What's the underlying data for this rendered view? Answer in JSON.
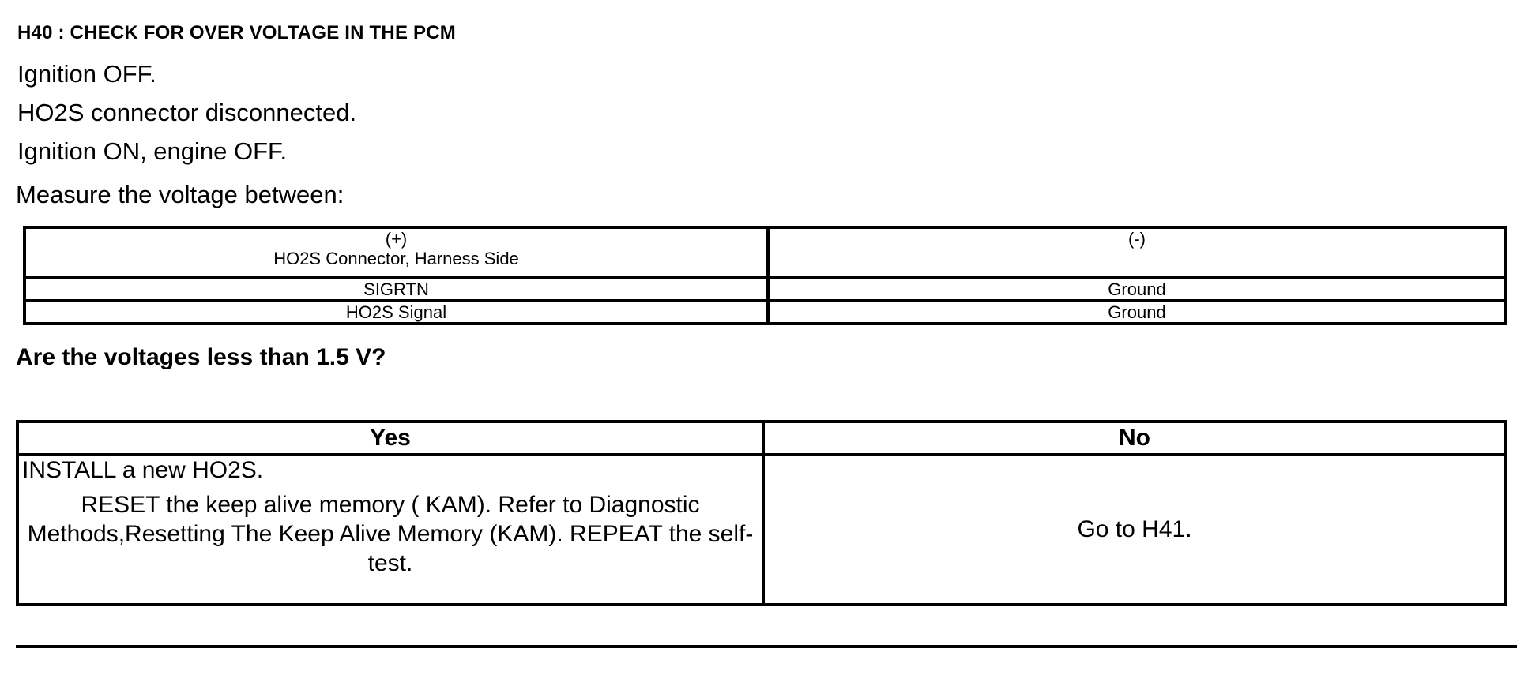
{
  "heading": "H40 : CHECK FOR OVER VOLTAGE IN THE PCM",
  "steps": [
    "Ignition OFF.",
    "HO2S connector disconnected.",
    "Ignition ON, engine OFF."
  ],
  "measure_label": "Measure the voltage between:",
  "measure_table": {
    "col1_header_line1": "(+)",
    "col1_header_line2": "HO2S Connector, Harness Side",
    "col2_header": "(-)",
    "rows": [
      {
        "positive": "SIGRTN",
        "negative": "Ground"
      },
      {
        "positive": "HO2S Signal",
        "negative": "Ground"
      }
    ]
  },
  "question": "Are the voltages less than 1.5 V?",
  "result_table": {
    "yes_header": "Yes",
    "no_header": "No",
    "yes_line1": "INSTALL a new HO2S.",
    "yes_line2": "RESET the keep alive memory ( KAM).  Refer to Diagnostic Methods,Resetting The Keep Alive Memory (KAM). REPEAT the self- test.",
    "no_text": "Go to H41."
  }
}
